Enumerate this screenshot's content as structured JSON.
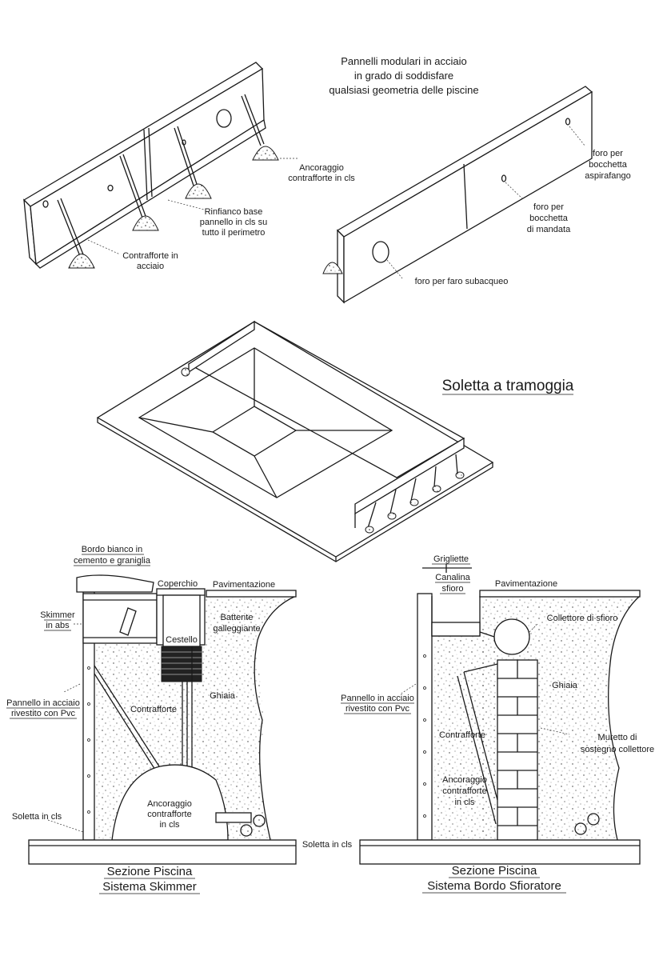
{
  "top_title": [
    "Pannelli modulari in acciaio",
    "in grado di soddisfare",
    "qualsiasi geometria delle piscine"
  ],
  "panel_left_labels": {
    "anchor": [
      "Ancoraggio",
      "contrafforte in cls"
    ],
    "base": [
      "Rinfianco base",
      "pannello in cls su",
      "tutto il perimetro"
    ],
    "buttress": [
      "Contrafforte in",
      "acciaio"
    ]
  },
  "panel_right_labels": {
    "aspirafango": [
      "foro per",
      "bocchetta",
      "aspirafango"
    ],
    "mandata": [
      "foro per",
      "bocchetta",
      "di mandata"
    ],
    "faro": "foro per faro subacqueo"
  },
  "soletta_title": "Soletta a tramoggia",
  "skimmer_section": {
    "bordo": [
      "Bordo bianco in",
      "cemento e graniglia"
    ],
    "coperchio": "Coperchio",
    "pavimentazione": "Pavimentazione",
    "skimmer": [
      "Skimmer",
      "in abs"
    ],
    "battente": [
      "Battente",
      "galleggiante"
    ],
    "cestello": "Cestello",
    "pannello": [
      "Pannello in acciaio",
      "rivestito con Pvc"
    ],
    "contrafforte": "Contrafforte",
    "ghiaia": "Ghiaia",
    "ancoraggio": [
      "Ancoraggio",
      "contrafforte",
      "in cls"
    ],
    "soletta": "Soletta in cls",
    "caption": [
      "Sezione Piscina",
      "Sistema Skimmer"
    ]
  },
  "overflow_section": {
    "grigliette": "Grigliette",
    "canalina": [
      "Canalina",
      "sfioro"
    ],
    "pavimentazione": "Pavimentazione",
    "collettore": "Collettore di sfioro",
    "ghiaia": "Ghiaia",
    "pannello": [
      "Pannello in acciaio",
      "rivestito con Pvc"
    ],
    "contrafforte": "Contrafforte",
    "muretto": [
      "Muretto di",
      "sostegno collettore"
    ],
    "ancoraggio": [
      "Ancoraggio",
      "contrafforte",
      "in cls"
    ],
    "soletta": "Soletta in cls",
    "caption": [
      "Sezione Piscina",
      "Sistema Bordo Sfioratore"
    ]
  }
}
